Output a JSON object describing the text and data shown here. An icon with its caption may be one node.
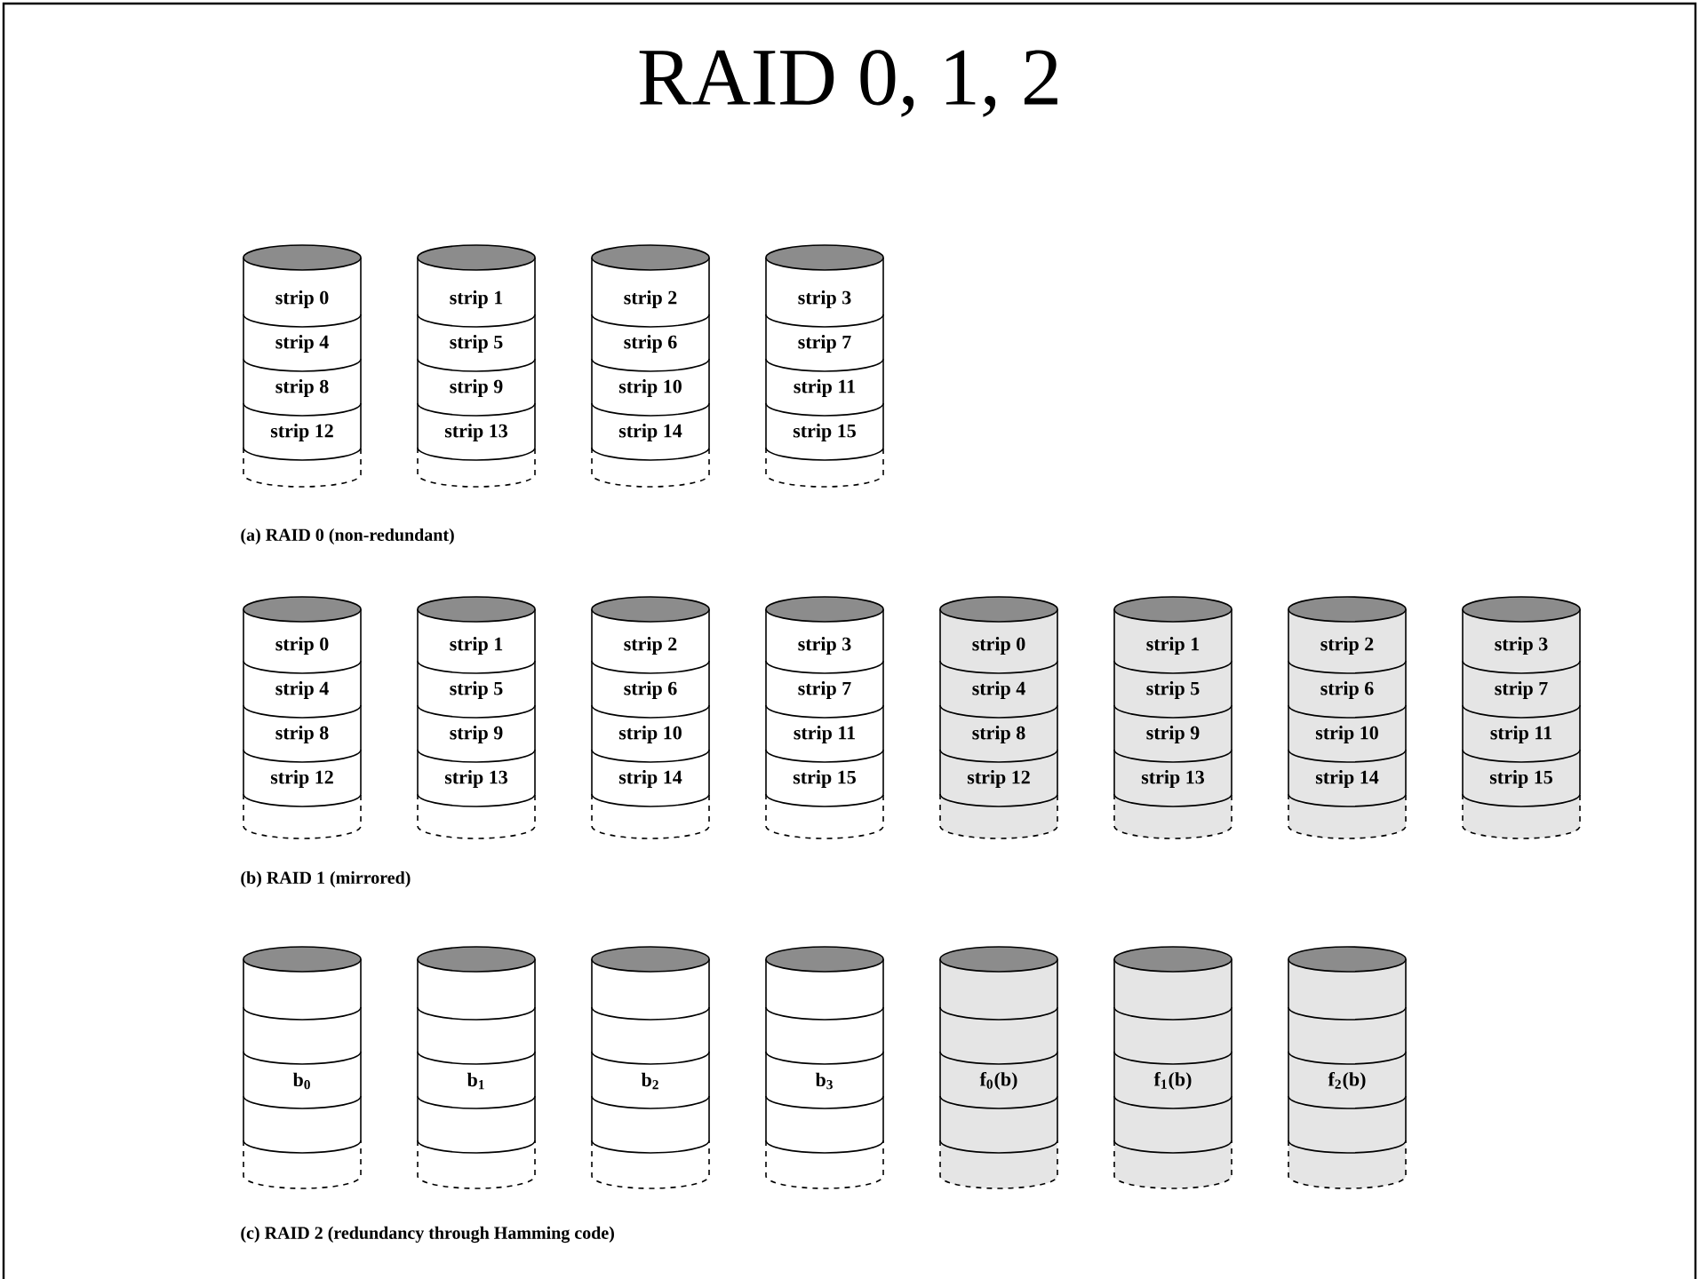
{
  "diagram": {
    "title": "RAID 0, 1, 2",
    "nodes": [
      {
        "text": [
          "strip 0",
          "strip 4",
          "strip 8",
          "strip 12"
        ]
      },
      {
        "text": [
          "strip 1",
          "strip 5",
          "strip 9",
          "strip 13"
        ]
      },
      {
        "text": [
          "strip 2",
          "strip 6",
          "strip 10",
          "strip 14"
        ]
      },
      {
        "text": [
          "strip 3",
          "strip 7",
          "strip 11",
          "strip 15"
        ]
      },
      {
        "text": [
          "strip 0",
          "strip 4",
          "strip 8",
          "strip 12"
        ]
      },
      {
        "text": [
          "strip 1",
          "strip 5",
          "strip 9",
          "strip 13"
        ]
      },
      {
        "text": [
          "strip 2",
          "strip 6",
          "strip 10",
          "strip 14"
        ]
      },
      {
        "text": [
          "strip 3",
          "strip 7",
          "strip 11",
          "strip 15"
        ]
      },
      {
        "text": [
          "strip 0",
          "strip 4",
          "strip 8",
          "strip 12"
        ]
      },
      {
        "text": [
          "strip 1",
          "strip 5",
          "strip 9",
          "strip 13"
        ]
      },
      {
        "text": [
          "strip 2",
          "strip 6",
          "strip 10",
          "strip 14"
        ]
      },
      {
        "text": [
          "strip 3",
          "strip 7",
          "strip 11",
          "strip 15"
        ]
      },
      {
        "text": [
          "b$_{0}$"
        ]
      },
      {
        "text": [
          "b$_{1}$"
        ]
      },
      {
        "text": [
          "b$_{2}$"
        ]
      },
      {
        "text": [
          "b$_{3}$"
        ]
      },
      {
        "text": [
          "f$_{0}$(b)"
        ]
      },
      {
        "text": [
          "f$_{1}$(b)"
        ]
      },
      {
        "text": [
          "f$_{2}$(b)"
        ]
      }
    ],
    "labels": [
      "(a) RAID 0 (non-redundant)",
      "(b) RAID 1 (mirrored)",
      "(c) RAID 2 (redundancy through Hamming code)"
    ]
  }
}
